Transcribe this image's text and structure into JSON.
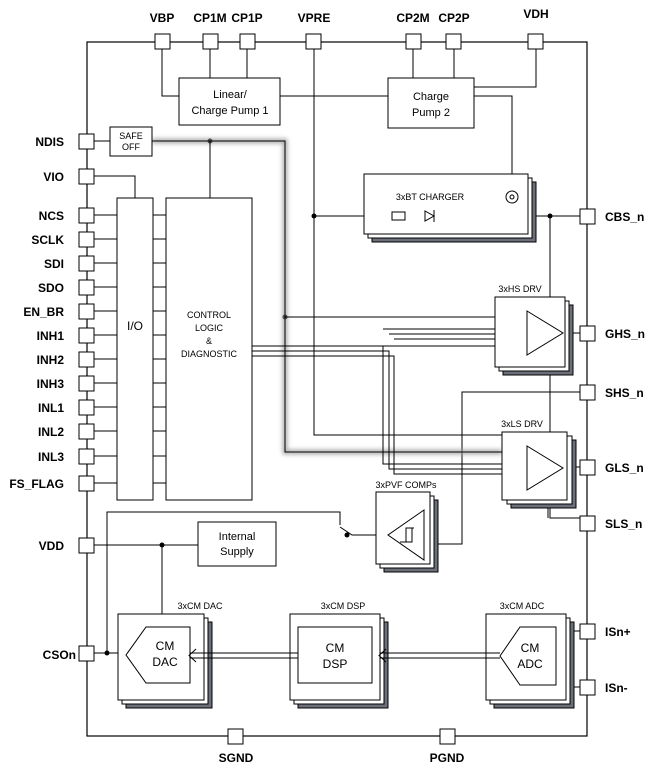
{
  "pins_top": [
    "VBP",
    "CP1M",
    "CP1P",
    "VPRE",
    "CP2M",
    "CP2P",
    "VDH"
  ],
  "pins_left": [
    "NDIS",
    "VIO",
    "NCS",
    "SCLK",
    "SDI",
    "SDO",
    "EN_BR",
    "INH1",
    "INH2",
    "INH3",
    "INL1",
    "INL2",
    "INL3",
    "FS_FLAG",
    "VDD",
    "CSOn"
  ],
  "pins_right": [
    "CBS_n",
    "GHS_n",
    "SHS_n",
    "GLS_n",
    "SLS_n",
    "ISn+",
    "ISn-"
  ],
  "pins_bottom": [
    "SGND",
    "PGND"
  ],
  "blocks": {
    "charge_pump1": [
      "Linear/",
      "Charge Pump 1"
    ],
    "charge_pump2": [
      "Charge",
      "Pump 2"
    ],
    "safe_off": [
      "SAFE",
      "OFF"
    ],
    "io": "I/O",
    "control": [
      "CONTROL",
      "LOGIC",
      "&",
      "DIAGNOSTIC"
    ],
    "bt_charger": "3xBT CHARGER",
    "hs_drv": "3xHS DRV",
    "ls_drv": "3xLS DRV",
    "pvf_comps": "3xPVF COMPs",
    "internal_supply": [
      "Internal",
      "Supply"
    ],
    "cm_dac_title": "3xCM DAC",
    "cm_dac": [
      "CM",
      "DAC"
    ],
    "cm_dsp_title": "3xCM DSP",
    "cm_dsp": [
      "CM",
      "DSP"
    ],
    "cm_adc_title": "3xCM ADC",
    "cm_adc": [
      "CM",
      "ADC"
    ]
  }
}
